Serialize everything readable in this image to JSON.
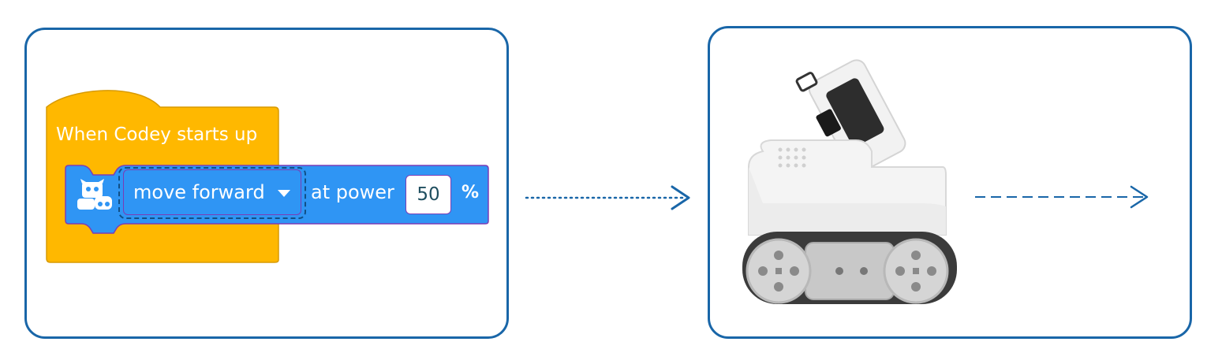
{
  "colors": {
    "panel_border": "#1966a8",
    "event_block": "#ffb800",
    "motion_block": "#2f95f4",
    "block_outline": "#7b3db5"
  },
  "left_panel": {
    "event_block": {
      "label": "When Codey starts up"
    },
    "motion_block": {
      "icon": "codey-robot-icon",
      "dropdown_value": "move forward",
      "dropdown_icon": "caret-down-icon",
      "label": "at power",
      "power_value": "50",
      "unit": "%"
    }
  },
  "arrows": [
    {
      "style": "dotted",
      "icon": "arrow-right-icon"
    },
    {
      "style": "dashed",
      "icon": "arrow-right-icon"
    }
  ],
  "right_panel": {
    "image": "codey-rocky-robot"
  }
}
